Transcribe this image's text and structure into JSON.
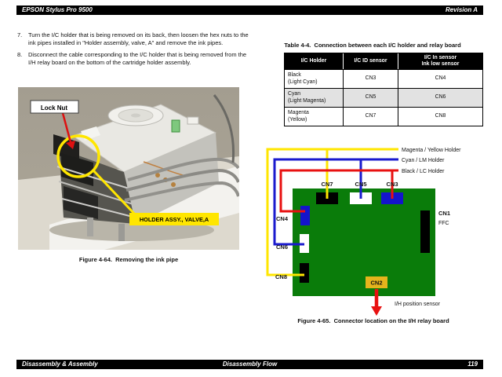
{
  "header": {
    "title": "EPSON Stylus Pro 9500",
    "revision": "Revision A"
  },
  "steps": [
    {
      "num": "7.",
      "text": "Turn the I/C holder that is being removed on its back, then loosen the hex nuts to the ink pipes installed in \"Holder assembly, valve, A\" and remove the ink pipes."
    },
    {
      "num": "8.",
      "text": "Disconnect the cable corresponding to the I/C holder that is being removed from the I/H relay board on the bottom of the cartridge holder assembly."
    }
  ],
  "figure64": {
    "caption": "Figure 4-64.  Removing the ink pipe",
    "lock_nut_label": "Lock Nut",
    "holder_label": "HOLDER ASSY., VALVE,A",
    "colors": {
      "annotation_yellow": "#ffe600",
      "arrow_red": "#dd1111",
      "label_bg": "#ffe600"
    }
  },
  "table44": {
    "title": "Table 4-4.  Connection between each I/C holder and relay board",
    "col1_header": "I/C Holder",
    "col2_header": "I/C ID sensor",
    "col3_header_line1": "I/C In sensor",
    "col3_header_line2": "Ink low sensor",
    "rows": [
      {
        "name": "Black",
        "paren": "(Light Cyan)",
        "id_sensor": "CN3",
        "in_sensor": "CN4"
      },
      {
        "name": "Cyan",
        "paren": "(Light Magenta)",
        "id_sensor": "CN5",
        "in_sensor": "CN6"
      },
      {
        "name": "Magenta",
        "paren": "(Yellow)",
        "id_sensor": "CN7",
        "in_sensor": "CN8"
      }
    ]
  },
  "figure65": {
    "caption": "Figure 4-65.  Connector location on the I/H relay board",
    "wire_labels": {
      "yellow": "Magenta / Yellow Holder",
      "blue": "Cyan / LM Holder",
      "red": "Black / LC Holder"
    },
    "connectors": {
      "cn7": "CN7",
      "cn5": "CN5",
      "cn3": "CN3",
      "cn4": "CN4",
      "cn6": "CN6",
      "cn8": "CN8",
      "cn1": "CN1",
      "cn1_sub": "FFC",
      "cn2": "CN2"
    },
    "sensor_label": "I/H position sensor",
    "colors": {
      "board": "#0a7c0a",
      "wire_yellow": "#ffe600",
      "wire_blue": "#1a1ace",
      "wire_red": "#e81111",
      "connector_blue": "#1414cc",
      "connector_black": "#000000",
      "connector_white": "#ffffff",
      "cn2_gold": "#e5b41c",
      "arrow_red": "#e81111"
    }
  },
  "footer": {
    "left": "Disassembly & Assembly",
    "center": "Disassembly Flow",
    "page_number": "119"
  }
}
